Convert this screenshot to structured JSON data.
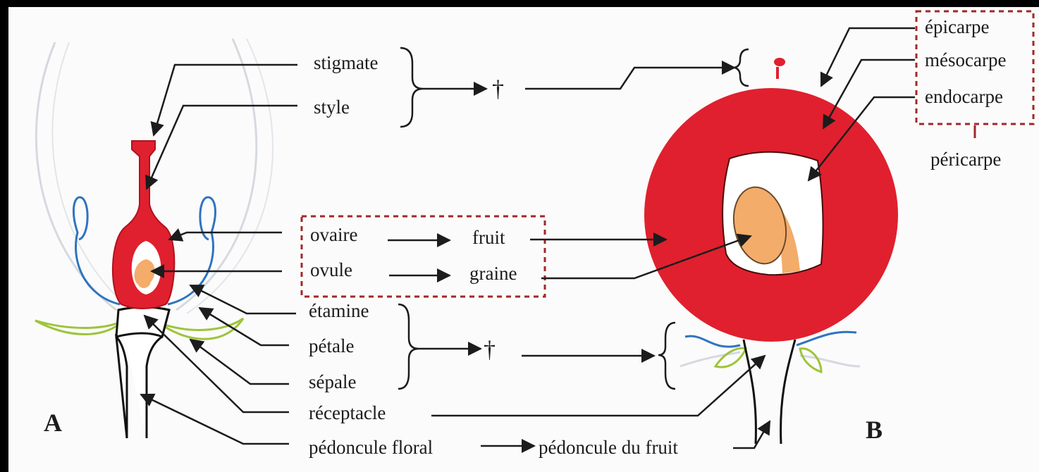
{
  "labels": {
    "stigmate": "stigmate",
    "style": "style",
    "ovaire": "ovaire",
    "fruit": "fruit",
    "ovule": "ovule",
    "graine": "graine",
    "etamine": "étamine",
    "petale": "pétale",
    "sepale": "sépale",
    "receptacle": "réceptacle",
    "pedoncule_floral": "pédoncule floral",
    "pedoncule_fruit": "pédoncule du fruit",
    "epicarpe": "épicarpe",
    "mesocarpe": "mésocarpe",
    "endocarpe": "endocarpe",
    "pericarpe": "péricarpe",
    "dagger_top": "†",
    "dagger_bottom": "†",
    "panel_a": "A",
    "panel_b": "B"
  },
  "colors": {
    "pistil": "#e0202e",
    "fruit_wall": "#e0202e",
    "seed": "#f3ac6a",
    "stamen": "#2f74c0",
    "sepal": "#9ec43a",
    "petal_outline": "#d6d9e0",
    "dashed_box": "#a02828",
    "background": "#fbfbfb"
  }
}
